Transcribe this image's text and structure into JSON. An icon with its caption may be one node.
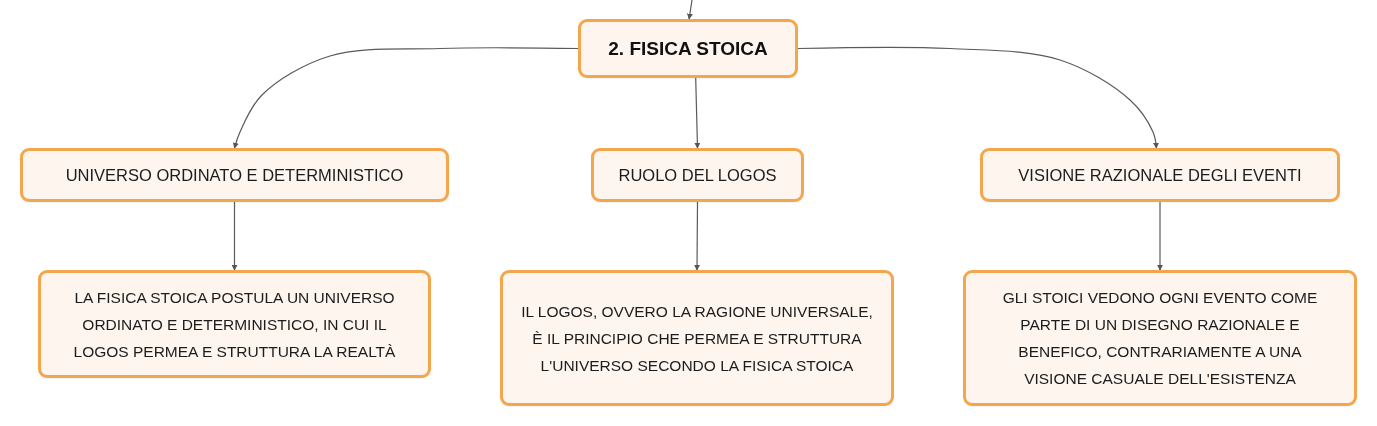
{
  "diagram": {
    "nodes": [
      {
        "text": [
          "2. FISICA STOICA"
        ]
      },
      {
        "text": [
          "UNIVERSO ORDINATO E DETERMINISTICO"
        ]
      },
      {
        "text": [
          "RUOLO DEL LOGOS"
        ]
      },
      {
        "text": [
          "VISIONE RAZIONALE DEGLI EVENTI"
        ]
      },
      {
        "text": [
          "LA FISICA STOICA POSTULA UN UNIVERSO ORDINATO E DETERMINISTICO, IN CUI IL LOGOS PERMEA E STRUTTURA LA REALTÀ"
        ]
      },
      {
        "text": [
          "IL LOGOS, OVVERO LA RAGIONE UNIVERSALE, È IL PRINCIPIO CHE PERMEA E STRUTTURA L'UNIVERSO SECONDO LA FISICA STOICA"
        ]
      },
      {
        "text": [
          "GLI STOICI VEDONO OGNI EVENTO COME PARTE DI UN DISEGNO RAZIONALE E BENEFICO, CONTRARIAMENTE A UNA VISIONE CASUALE DELL'ESISTENZA"
        ]
      }
    ],
    "edges": [
      {
        "from": null,
        "to": 0,
        "arrow": "to"
      },
      {
        "from": 0,
        "to": 1,
        "arrow": "to"
      },
      {
        "from": 0,
        "to": 2,
        "arrow": "to"
      },
      {
        "from": 0,
        "to": 3,
        "arrow": "to"
      },
      {
        "from": 1,
        "to": 4,
        "arrow": "to"
      },
      {
        "from": 2,
        "to": 5,
        "arrow": "to"
      },
      {
        "from": 3,
        "to": 6,
        "arrow": "to"
      }
    ]
  }
}
